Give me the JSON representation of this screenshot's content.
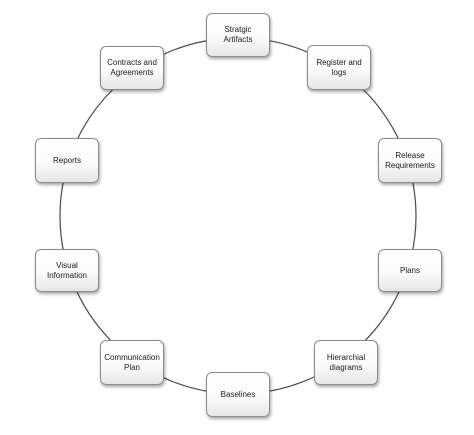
{
  "nodes": {
    "strategic_artifacts": "Stratgic Artifacts",
    "register_and_logs": "Register and logs",
    "release_requirements": "Release Requirements",
    "plans": "Plans",
    "hierarchial_diagrams": "Hierarchial diagrams",
    "baselines": "Baselines",
    "communication_plan": "Communication Plan",
    "visual_information": "Visual Information",
    "reports": "Reports",
    "contracts_and_agreements": "Contracts and Agreements"
  },
  "colors": {
    "ring": "#4a4a4a",
    "node_border": "#8a8a8a",
    "text": "#1a1a1a"
  }
}
